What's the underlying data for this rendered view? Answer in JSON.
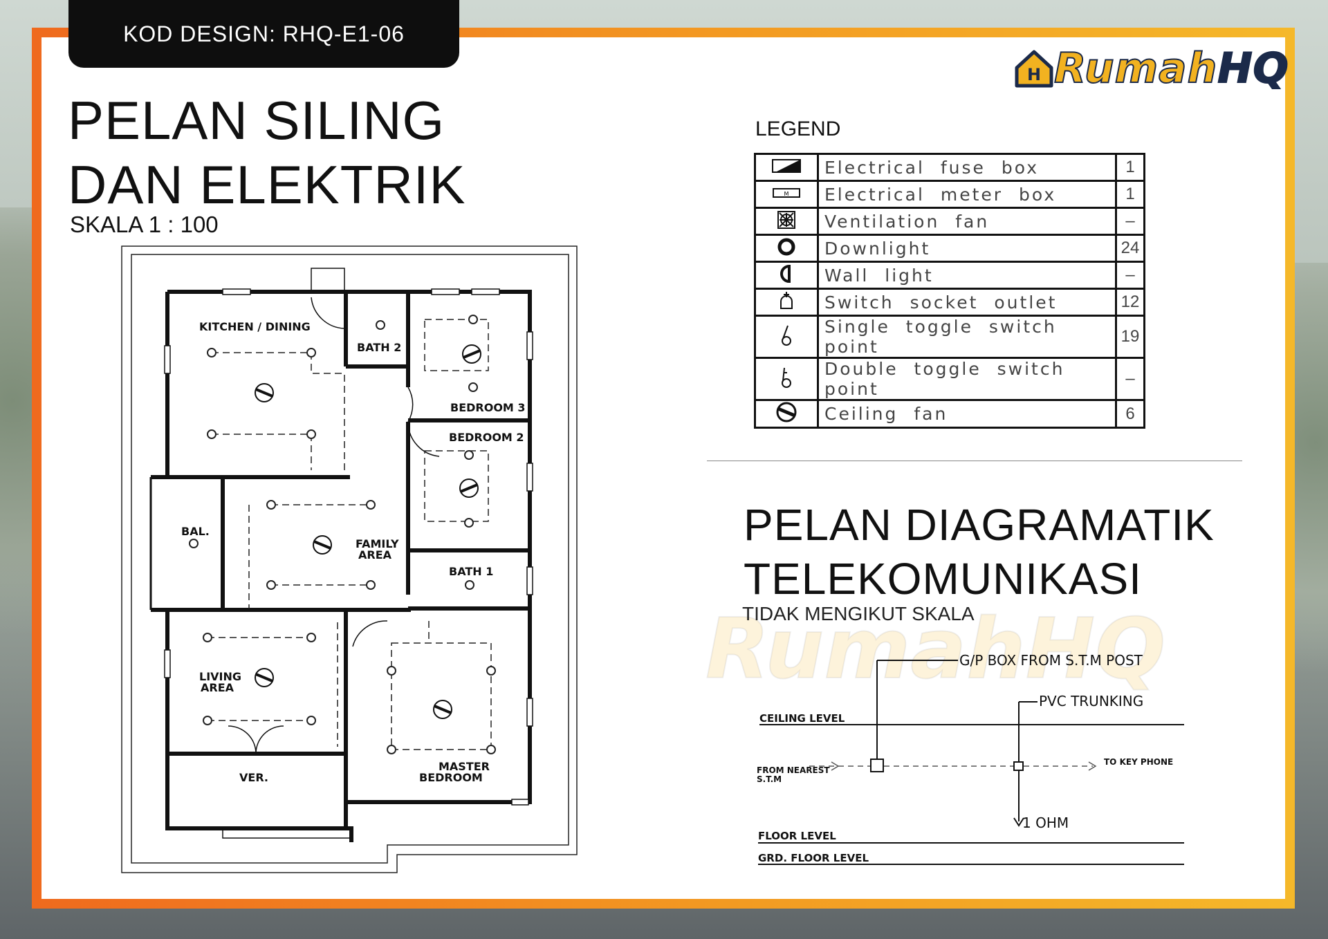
{
  "code_label": "KOD DESIGN: RHQ-E1-06",
  "title_line1": "PELAN SILING",
  "title_line2": "DAN ELEKTRIK",
  "scale": "SKALA 1 : 100",
  "logo": {
    "part1": "Rumah",
    "part2": "HQ",
    "watermark": "RumahHQ"
  },
  "rooms": {
    "kitchen": "KITCHEN / DINING",
    "bath2": "BATH 2",
    "bedroom3": "BEDROOM 3",
    "bedroom2": "BEDROOM 2",
    "bal": "BAL.",
    "family_l1": "FAMILY",
    "family_l2": "AREA",
    "bath1": "BATH 1",
    "living_l1": "LIVING",
    "living_l2": "AREA",
    "master_l1": "MASTER",
    "master_l2": "BEDROOM",
    "ver": "VER."
  },
  "legend": {
    "title": "LEGEND",
    "rows": [
      {
        "icon": "fuse-box-icon",
        "label": "Electrical fuse box",
        "qty": "1"
      },
      {
        "icon": "meter-box-icon",
        "label": "Electrical meter box",
        "qty": "1"
      },
      {
        "icon": "ventilation-fan-icon",
        "label": "Ventilation fan",
        "qty": "–"
      },
      {
        "icon": "downlight-icon",
        "label": "Downlight",
        "qty": "24"
      },
      {
        "icon": "wall-light-icon",
        "label": "Wall light",
        "qty": "–"
      },
      {
        "icon": "socket-outlet-icon",
        "label": "Switch socket outlet",
        "qty": "12"
      },
      {
        "icon": "single-toggle-switch-icon",
        "label": "Single toggle switch point",
        "qty": "19"
      },
      {
        "icon": "double-toggle-switch-icon",
        "label": "Double toggle switch point",
        "qty": "–"
      },
      {
        "icon": "ceiling-fan-icon",
        "label": "Ceiling fan",
        "qty": "6"
      }
    ]
  },
  "tele": {
    "title_line1": "PELAN DIAGRAMATIK",
    "title_line2": "TELEKOMUNIKASI",
    "subtitle": "TIDAK MENGIKUT SKALA",
    "gp_box": "G/P BOX FROM S.T.M POST",
    "pvc": "PVC TRUNKING",
    "ceiling": "CEILING LEVEL",
    "from_nearest": "FROM NEAREST",
    "stm": "S.T.M",
    "key_phone": "TO KEY PHONE",
    "ohm": "1 OHM",
    "floor": "FLOOR LEVEL",
    "grd": "GRD. FLOOR LEVEL"
  }
}
